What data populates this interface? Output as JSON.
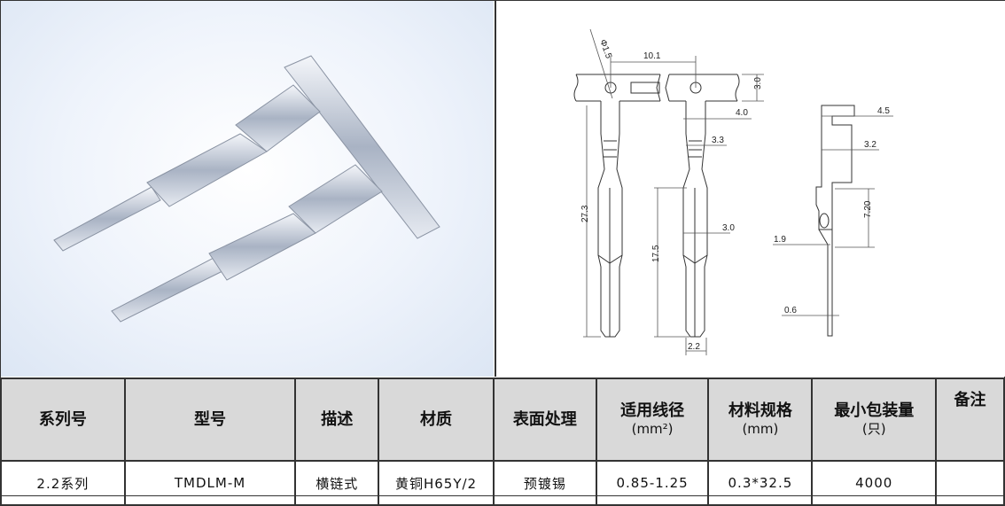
{
  "drawing": {
    "dims": {
      "hole": "Φ1.5",
      "pitch": "10.1",
      "strip_height": "3.0",
      "width_top": "4.0",
      "width_mid": "3.3",
      "width_body": "3.0",
      "total_length": "27.3",
      "pin_length": "17.5",
      "pin_width": "2.2",
      "side_top": "4.5",
      "side_mid": "3.2",
      "side_len": "7.20",
      "side_offset": "1.9",
      "thickness": "0.6"
    }
  },
  "table": {
    "headers": [
      {
        "line1": "系列号"
      },
      {
        "line1": "型号"
      },
      {
        "line1": "描述"
      },
      {
        "line1": "材质"
      },
      {
        "line1": "表面处理"
      },
      {
        "line1": "适用线径",
        "line2": "(mm²)"
      },
      {
        "line1": "材料规格",
        "line2": "(mm)"
      },
      {
        "line1": "最小包装量",
        "line2": "(只)"
      },
      {
        "line1": "备注"
      }
    ],
    "row": [
      "2.2系列",
      "TMDLM-M",
      "横链式",
      "黄铜H65Y/2",
      "预镀锡",
      "0.85-1.25",
      "0.3*32.5",
      "4000",
      ""
    ]
  }
}
